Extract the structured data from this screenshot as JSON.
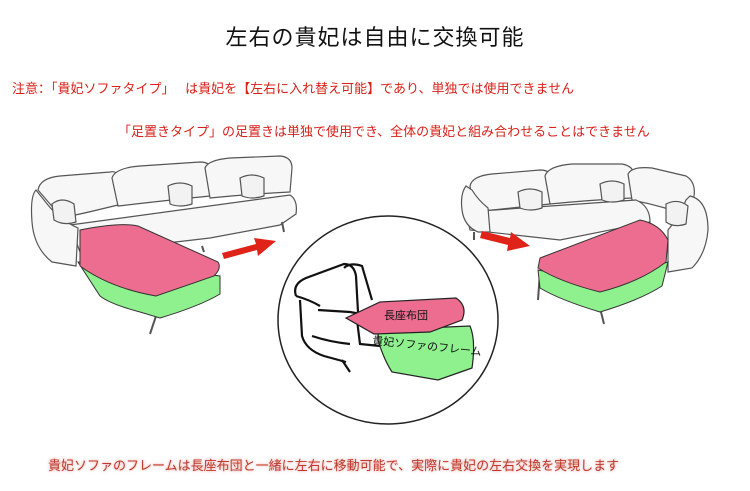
{
  "title": "左右の貴妃は自由に交換可能",
  "notes": {
    "line1": "注意：「貴妃ソファタイプ」　 は貴妃を【左右に入れ替え可能】であり、単独では使用できません",
    "line2": "「足置きタイプ」の足置きは単独で使用でき、全体の貴妃と組み合わせることはできません"
  },
  "diagram": {
    "cushion_label": "長座布団",
    "frame_label": "貴妃ソファのフレーム"
  },
  "footer": "貴妃ソファのフレームは長座布団と一緒に左右に移動可能で、実際に貴妃の左右交換を実現します",
  "colors": {
    "cushion": "#ec6d8f",
    "frame": "#8ff08e",
    "arrow": "#e02318",
    "note_text": "#d8201a"
  }
}
